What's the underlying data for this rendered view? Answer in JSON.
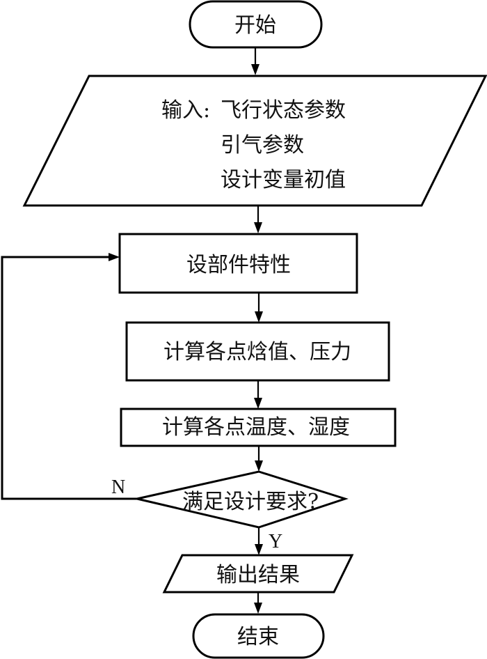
{
  "diagram": {
    "type": "flowchart",
    "nodes": {
      "start": {
        "shape": "terminator",
        "text": "开始"
      },
      "input": {
        "shape": "parallelogram",
        "prefix": "输入:",
        "lines": [
          "飞行状态参数",
          "引气参数",
          "设计变量初值"
        ]
      },
      "set_components": {
        "shape": "process",
        "text": "设部件特性"
      },
      "calc_enthalpy": {
        "shape": "process",
        "text": "计算各点焓值、压力"
      },
      "calc_temp": {
        "shape": "process",
        "text": "计算各点温度、湿度"
      },
      "decision": {
        "shape": "decision",
        "text": "满足设计要求?"
      },
      "output": {
        "shape": "parallelogram",
        "text": "输出结果"
      },
      "end": {
        "shape": "terminator",
        "text": "结束"
      }
    },
    "edges": [
      {
        "from": "start",
        "to": "input",
        "label": ""
      },
      {
        "from": "input",
        "to": "set_components",
        "label": ""
      },
      {
        "from": "set_components",
        "to": "calc_enthalpy",
        "label": ""
      },
      {
        "from": "calc_enthalpy",
        "to": "calc_temp",
        "label": ""
      },
      {
        "from": "calc_temp",
        "to": "decision",
        "label": ""
      },
      {
        "from": "decision",
        "to": "set_components",
        "label": "N"
      },
      {
        "from": "decision",
        "to": "output",
        "label": "Y"
      },
      {
        "from": "output",
        "to": "end",
        "label": ""
      }
    ],
    "branch_labels": {
      "no": "N",
      "yes": "Y"
    },
    "colors": {
      "stroke": "#000000",
      "fill": "#ffffff",
      "text": "#111111"
    }
  }
}
